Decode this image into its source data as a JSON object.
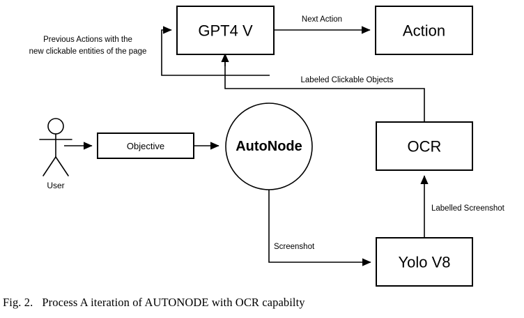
{
  "figure": {
    "caption_number": "Fig. 2.",
    "caption_text": "Process A iteration of AUTONODE with OCR capabilty"
  },
  "colors": {
    "stroke": "#000000",
    "fill": "#ffffff",
    "background": "#ffffff"
  },
  "nodes": {
    "gpt4v": {
      "label": "GPT4 V",
      "shape": "rectangle"
    },
    "action": {
      "label": "Action",
      "shape": "rectangle"
    },
    "objective": {
      "label": "Objective",
      "shape": "rectangle"
    },
    "autonode": {
      "label": "AutoNode",
      "shape": "circle"
    },
    "ocr": {
      "label": "OCR",
      "shape": "rectangle"
    },
    "yolo": {
      "label": "Yolo V8",
      "shape": "rectangle"
    },
    "user": {
      "label": "User",
      "shape": "actor"
    }
  },
  "edges": {
    "next_action": {
      "label": "Next Action",
      "from": "gpt4v",
      "to": "action"
    },
    "previous_actions": {
      "label_line1": "Previous Actions with the",
      "label_line2": "new clickable entities of the page",
      "from": "autonode",
      "to": "gpt4v"
    },
    "labeled_clickable_objects": {
      "label": "Labeled Clickable Objects",
      "from": "ocr",
      "to": "gpt4v"
    },
    "screenshot": {
      "label": "Screenshot",
      "from": "autonode",
      "to": "yolo"
    },
    "labelled_screenshot": {
      "label": "Labelled Screenshot",
      "from": "yolo",
      "to": "ocr"
    },
    "user_objective": {
      "label": "",
      "from": "user",
      "to": "objective"
    },
    "objective_autonode": {
      "label": "",
      "from": "objective",
      "to": "autonode"
    }
  }
}
